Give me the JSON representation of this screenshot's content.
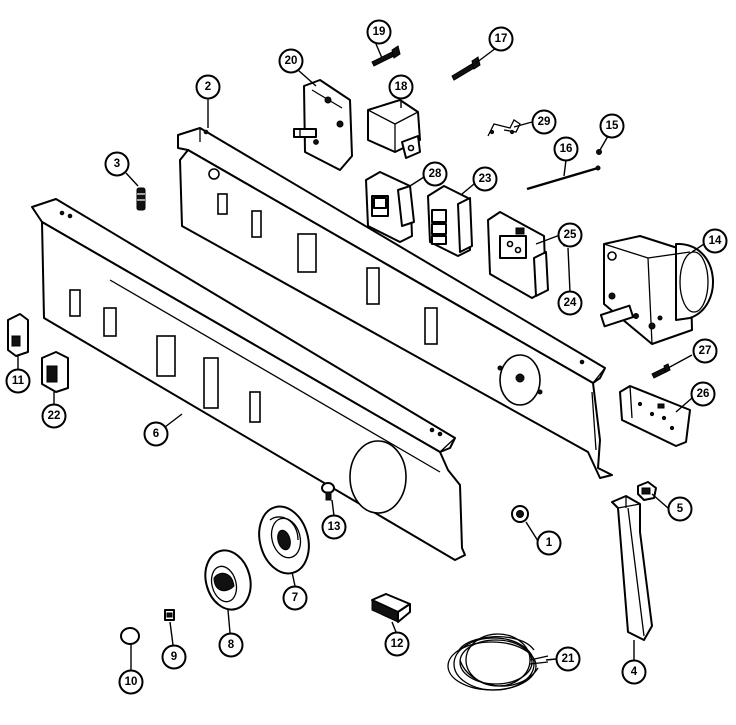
{
  "callouts": [
    {
      "id": "c19",
      "label": "19"
    },
    {
      "id": "c17",
      "label": "17"
    },
    {
      "id": "c20",
      "label": "20"
    },
    {
      "id": "c18",
      "label": "18"
    },
    {
      "id": "c2",
      "label": "2"
    },
    {
      "id": "c29",
      "label": "29"
    },
    {
      "id": "c15",
      "label": "15"
    },
    {
      "id": "c16",
      "label": "16"
    },
    {
      "id": "c3",
      "label": "3"
    },
    {
      "id": "c28",
      "label": "28"
    },
    {
      "id": "c23",
      "label": "23"
    },
    {
      "id": "c25",
      "label": "25"
    },
    {
      "id": "c14",
      "label": "14"
    },
    {
      "id": "c24",
      "label": "24"
    },
    {
      "id": "c11",
      "label": "11"
    },
    {
      "id": "c27",
      "label": "27"
    },
    {
      "id": "c22",
      "label": "22"
    },
    {
      "id": "c26",
      "label": "26"
    },
    {
      "id": "c6",
      "label": "6"
    },
    {
      "id": "c5",
      "label": "5"
    },
    {
      "id": "c13",
      "label": "13"
    },
    {
      "id": "c1",
      "label": "1"
    },
    {
      "id": "c7",
      "label": "7"
    },
    {
      "id": "c8",
      "label": "8"
    },
    {
      "id": "c9",
      "label": "9"
    },
    {
      "id": "c12",
      "label": "12"
    },
    {
      "id": "c21",
      "label": "21"
    },
    {
      "id": "c10",
      "label": "10"
    },
    {
      "id": "c4",
      "label": "4"
    }
  ]
}
